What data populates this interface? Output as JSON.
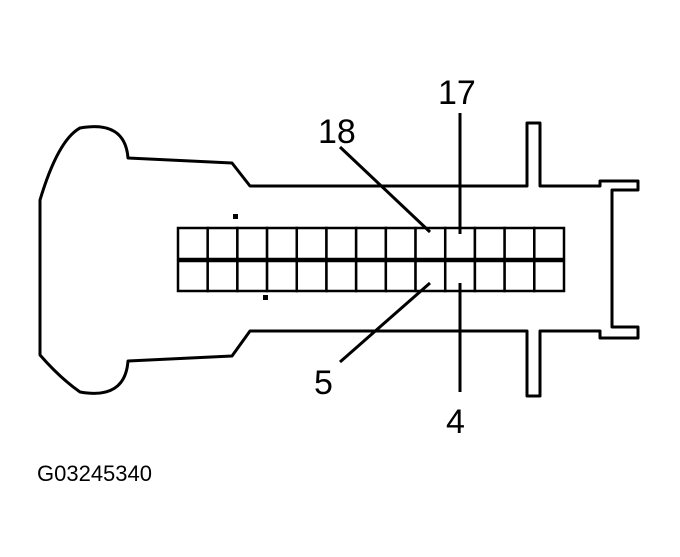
{
  "diagram": {
    "pin_labels": {
      "top_left": "18",
      "top_right": "17",
      "bottom_left": "5",
      "bottom_right": "4"
    },
    "figure_id": "G03245340",
    "colors": {
      "line": "#000000",
      "background": "#ffffff",
      "pin_fill": "#ffffff"
    }
  }
}
